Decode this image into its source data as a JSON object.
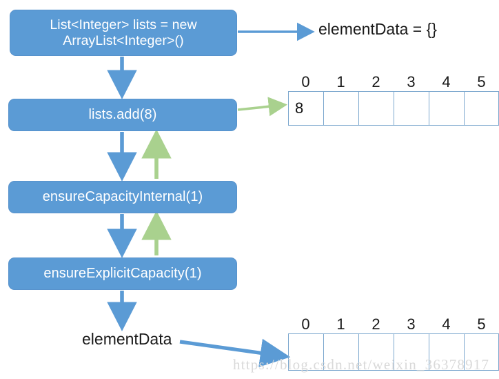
{
  "diagram": {
    "title": "ArrayList add(8) call flow",
    "colors": {
      "node_fill": "#5B9BD5",
      "node_text": "#FFFFFF",
      "call_arrow": "#5B9BD5",
      "return_arrow": "#A9D18E",
      "table_border": "#7BA7CE",
      "label_text": "#1A1A1A",
      "watermark": "#D9D9D9",
      "background": "#FFFFFF"
    },
    "nodes": [
      {
        "id": "new",
        "label": "List<Integer> lists = new\nArrayList<Integer>()"
      },
      {
        "id": "add",
        "label": "lists.add(8)"
      },
      {
        "id": "ensure_internal",
        "label": "ensureCapacityInternal(1)"
      },
      {
        "id": "ensure_explicit",
        "label": "ensureExplicitCapacity(1)"
      }
    ],
    "labels": {
      "element_data_empty": "elementData = {}",
      "element_data": "elementData"
    },
    "arrows": [
      {
        "id": "new-to-elementdata",
        "kind": "call",
        "color": "#5B9BD5",
        "from": "new",
        "to": "element_data_empty"
      },
      {
        "id": "new-to-add",
        "kind": "call",
        "color": "#5B9BD5",
        "from": "new",
        "to": "add"
      },
      {
        "id": "add-to-array-top",
        "kind": "return",
        "color": "#A9D18E",
        "from": "add",
        "to": "array_top"
      },
      {
        "id": "add-to-ensure-internal",
        "kind": "call",
        "color": "#5B9BD5",
        "from": "add",
        "to": "ensure_internal"
      },
      {
        "id": "ensure-internal-to-add",
        "kind": "return",
        "color": "#A9D18E",
        "from": "ensure_internal",
        "to": "add"
      },
      {
        "id": "ensure-internal-to-explicit",
        "kind": "call",
        "color": "#5B9BD5",
        "from": "ensure_internal",
        "to": "ensure_explicit"
      },
      {
        "id": "ensure-explicit-to-internal",
        "kind": "return",
        "color": "#A9D18E",
        "from": "ensure_explicit",
        "to": "ensure_internal"
      },
      {
        "id": "ensure-explicit-to-elementdata",
        "kind": "call",
        "color": "#5B9BD5",
        "from": "ensure_explicit",
        "to": "element_data"
      },
      {
        "id": "elementdata-to-array-bottom",
        "kind": "call",
        "color": "#5B9BD5",
        "from": "element_data",
        "to": "array_bottom"
      }
    ],
    "arrays": [
      {
        "id": "array_top",
        "headers": [
          "0",
          "1",
          "2",
          "3",
          "4",
          "5"
        ],
        "cells": [
          "8",
          "",
          "",
          "",
          "",
          ""
        ]
      },
      {
        "id": "array_bottom",
        "headers": [
          "0",
          "1",
          "2",
          "3",
          "4",
          "5"
        ],
        "cells": [
          "",
          "",
          "",
          "",
          "",
          ""
        ]
      }
    ],
    "watermark": "https://blog.csdn.net/weixin_36378917"
  }
}
